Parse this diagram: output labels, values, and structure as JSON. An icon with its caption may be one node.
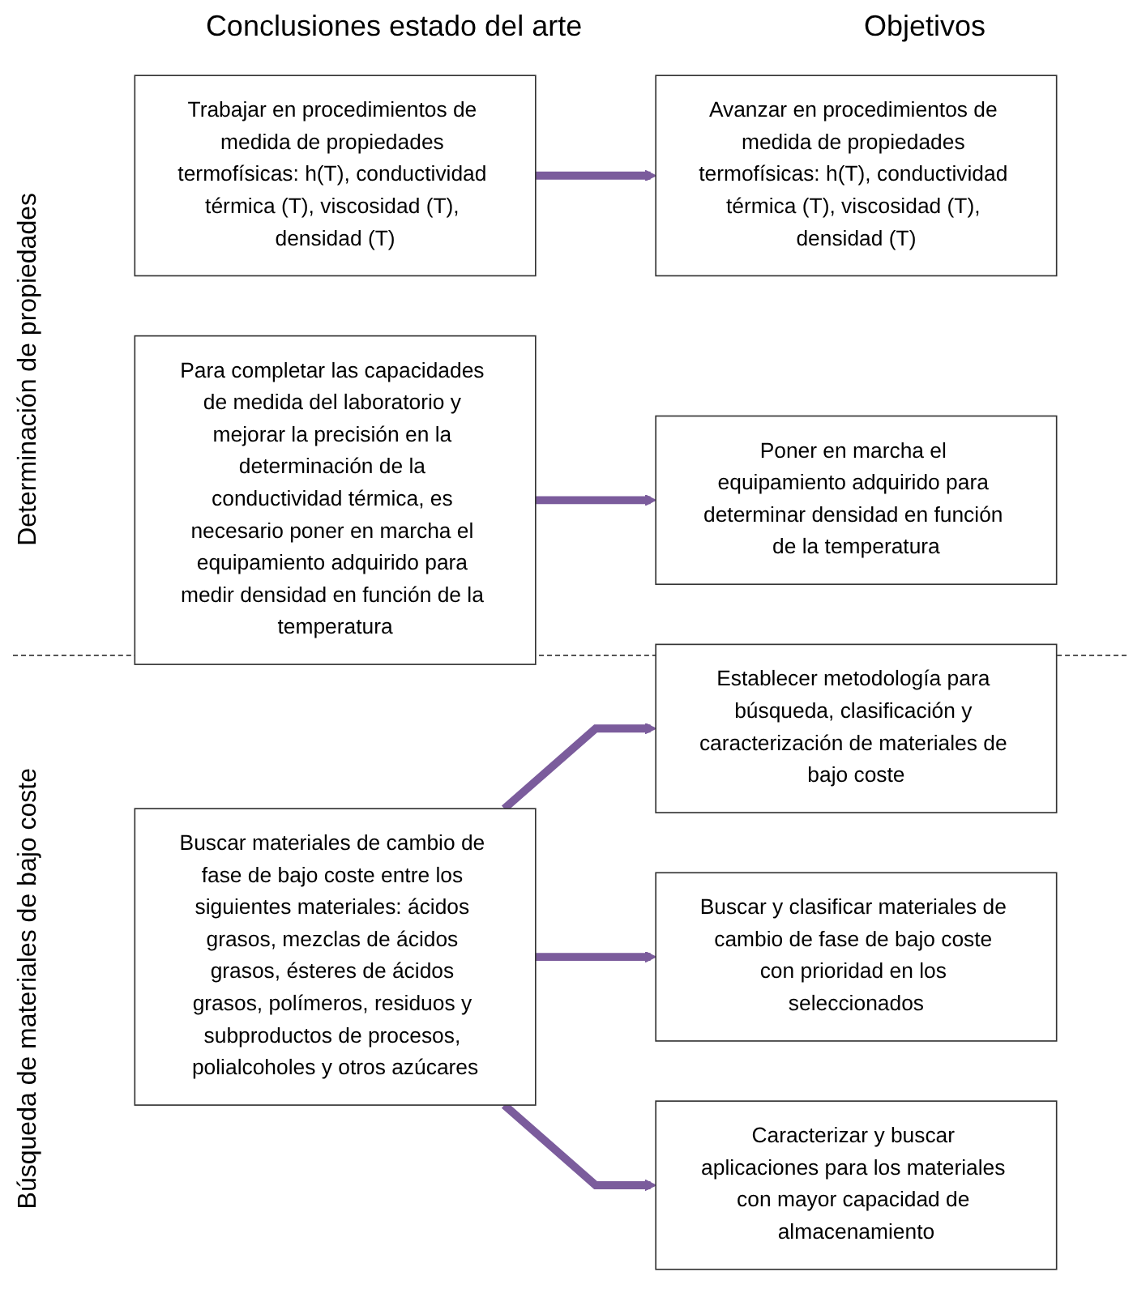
{
  "diagram": {
    "nodes": [
      {
        "text": [
          "Trabajar en procedimientos de medida de propiedades termofísicas: h(T), conductividad térmica (T), viscosidad (T), densidad (T)"
        ]
      },
      {
        "text": [
          "Avanzar en procedimientos de medida de propiedades termofísicas: h(T), conductividad térmica (T), viscosidad (T), densidad (T)"
        ]
      },
      {
        "text": [
          "Para completar las capacidades de medida del laboratorio y mejorar la precisión en la determinación de la conductividad térmica, es necesario poner en marcha el equipamiento adquirido para medir densidad en función de la temperatura"
        ]
      },
      {
        "text": [
          "Poner en marcha el equipamiento adquirido para determinar densidad en función de la temperatura"
        ]
      },
      {
        "text": [
          "Buscar materiales de cambio de fase de bajo coste entre los siguientes materiales: ácidos grasos, mezclas de ácidos grasos, ésteres de ácidos grasos, polímeros, residuos y subproductos de procesos, polialcoholes y otros azúcares"
        ]
      },
      {
        "text": [
          "Establecer metodología para búsqueda, clasificación y caracterización de materiales de bajo coste"
        ]
      },
      {
        "text": [
          "Buscar y clasificar materiales de cambio de fase de bajo coste con prioridad en los seleccionados"
        ]
      },
      {
        "text": [
          "Caracterizar y buscar aplicaciones para los materiales con mayor capacidad de almacenamiento"
        ]
      }
    ],
    "edges": [
      {
        "from": 0,
        "to": 1,
        "arrow": "to"
      },
      {
        "from": 2,
        "to": 3,
        "arrow": "to"
      },
      {
        "from": 4,
        "to": 5,
        "arrow": "to"
      },
      {
        "from": 4,
        "to": 6,
        "arrow": "to"
      },
      {
        "from": 4,
        "to": 7,
        "arrow": "to"
      }
    ],
    "labels": [
      "Conclusiones estado del arte",
      "Objetivos",
      "Determinación de propiedades",
      "Búsqueda de materiales de bajo coste"
    ]
  }
}
